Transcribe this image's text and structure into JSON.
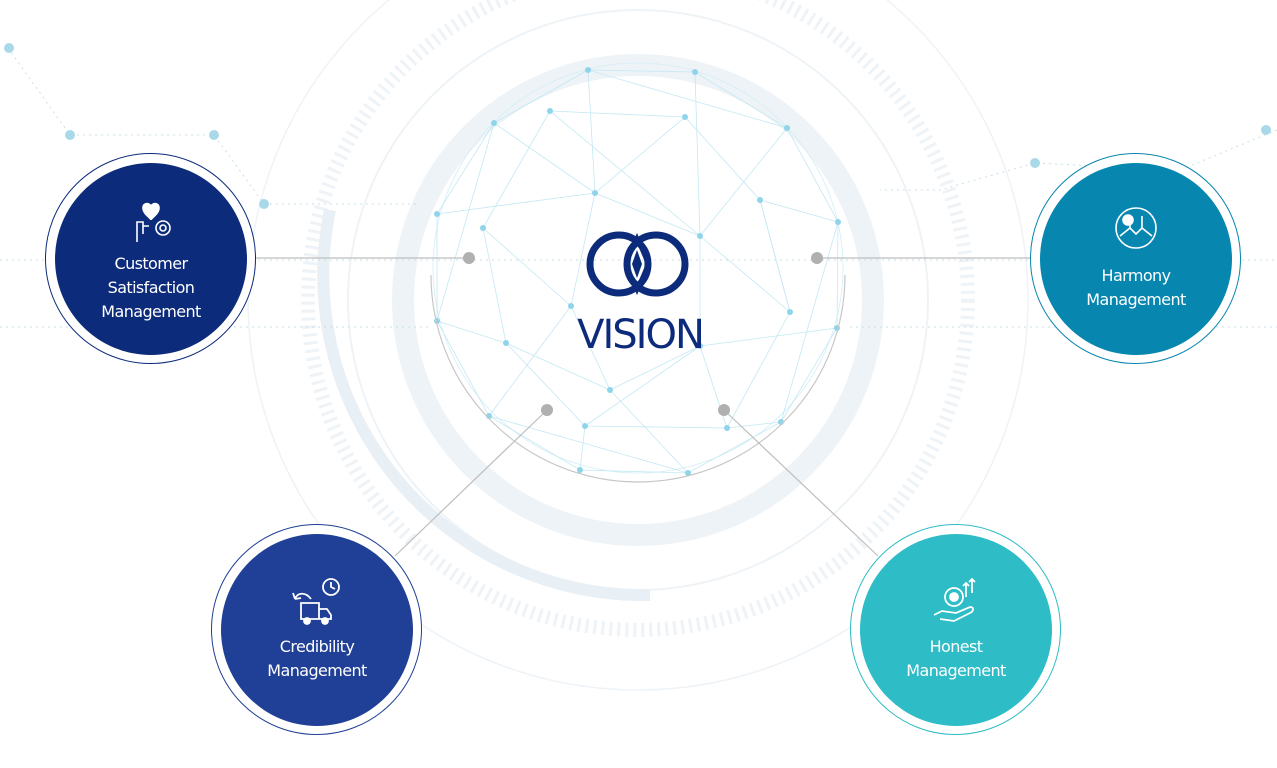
{
  "vision": {
    "title": "VISION",
    "logo_icon": "interlocked-rings-diamond-icon"
  },
  "colors": {
    "navy": "#0d2b7b",
    "royal": "#203f96",
    "ocean": "#0786b0",
    "teal": "#2ebcc6",
    "network": "#b9e5f1",
    "connector": "#b0b0b0"
  },
  "values": [
    {
      "id": "customer",
      "label": "Customer\nSatisfaction\nManagement",
      "icon": "heart-hand-gear-icon",
      "color": "#0d2b7b"
    },
    {
      "id": "harmony",
      "label": "Harmony\nManagement",
      "icon": "handshake-globe-icon",
      "color": "#0786b0"
    },
    {
      "id": "credibility",
      "label": "Credibility\nManagement",
      "icon": "delivery-truck-clock-icon",
      "color": "#203f96"
    },
    {
      "id": "honest",
      "label": "Honest\nManagement",
      "icon": "hand-gear-arrows-icon",
      "color": "#2ebcc6"
    }
  ]
}
